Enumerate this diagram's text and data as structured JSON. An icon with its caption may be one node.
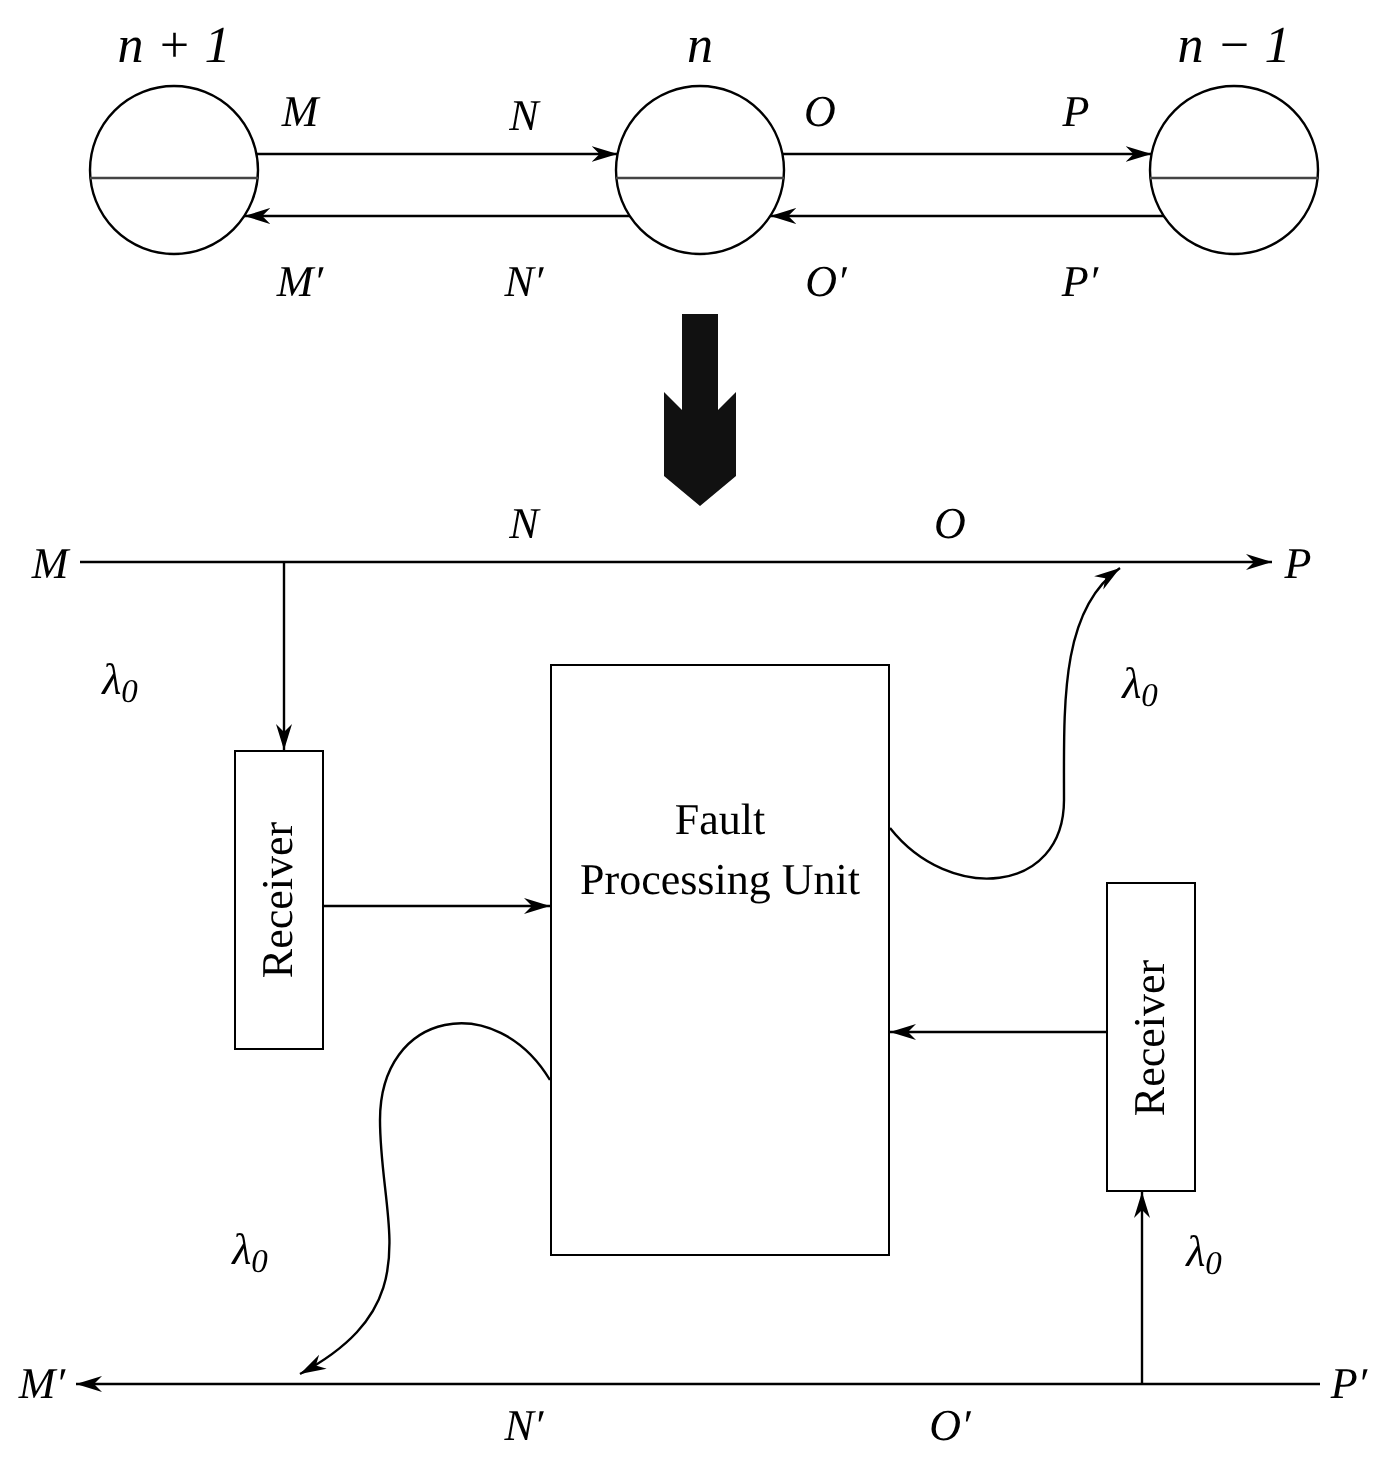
{
  "diagram": {
    "nodes": [
      {
        "text": [
          "n + 1"
        ]
      },
      {
        "text": [
          "n"
        ]
      },
      {
        "text": [
          "n − 1"
        ]
      },
      {
        "text": [
          "M"
        ]
      },
      {
        "text": [
          "P"
        ]
      },
      {
        "text": [
          "Receiver"
        ]
      },
      {
        "text": [
          "Fault Processing Unit"
        ]
      },
      {
        "text": [
          "Receiver"
        ]
      },
      {
        "text": [
          "M′"
        ]
      },
      {
        "text": [
          "P′"
        ]
      }
    ],
    "edges": [
      {
        "from": 0,
        "to": 1,
        "arrow": "to"
      },
      {
        "from": 1,
        "to": 0,
        "arrow": "to"
      },
      {
        "from": 1,
        "to": 2,
        "arrow": "to"
      },
      {
        "from": 2,
        "to": 1,
        "arrow": "to"
      },
      {
        "from": 3,
        "to": 4,
        "arrow": "to"
      },
      {
        "from": null,
        "to": 5,
        "arrow": "to"
      },
      {
        "from": 5,
        "to": 6,
        "arrow": "to"
      },
      {
        "from": 6,
        "to": null,
        "arrow": "to"
      },
      {
        "from": 7,
        "to": 6,
        "arrow": "to"
      },
      {
        "from": null,
        "to": 7,
        "arrow": "to"
      },
      {
        "from": 6,
        "to": null,
        "arrow": "to"
      },
      {
        "from": 9,
        "to": 8,
        "arrow": "to"
      }
    ],
    "labels": [
      "M",
      "N",
      "O",
      "P",
      "M′",
      "N′",
      "O′",
      "P′",
      "N",
      "O",
      "λ$_{0}$",
      "λ$_{0}$",
      "λ$_{0}$",
      "λ$_{0}$",
      "N′",
      "O′"
    ]
  }
}
